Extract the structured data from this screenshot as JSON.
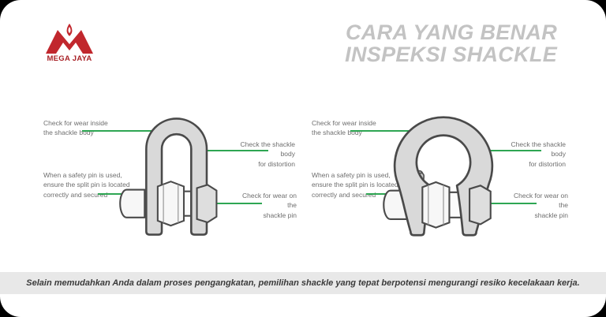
{
  "brand": {
    "name": "MEGA JAYA"
  },
  "header": {
    "title_line1": "CARA YANG BENAR",
    "title_line2": "INSPEKSI SHACKLE"
  },
  "diagrams": [
    {
      "type": "dee-shackle",
      "labels": {
        "wear_inside": {
          "line1": "Check for wear inside",
          "line2": "the shackle body"
        },
        "distortion": {
          "line1": "Check the shackle body",
          "line2": "for distortion"
        },
        "safety_pin": {
          "line1": "When a safety pin is used,",
          "line2": "ensure the split pin is located",
          "line3": "correctly and secured"
        },
        "wear_pin": {
          "line1": "Check for wear on the",
          "line2": "shackle pin"
        }
      }
    },
    {
      "type": "bow-shackle",
      "labels": {
        "wear_inside": {
          "line1": "Check for wear inside",
          "line2": "the shackle body"
        },
        "distortion": {
          "line1": "Check the shackle body",
          "line2": "for distortion"
        },
        "safety_pin": {
          "line1": "When a safety pin is used,",
          "line2": "ensure the split pin is located",
          "line3": "correctly and secured"
        },
        "wear_pin": {
          "line1": "Check for wear on the",
          "line2": "shackle pin"
        }
      }
    }
  ],
  "footer": {
    "text": "Selain memudahkan Anda dalam proses pengangkatan, pemilihan shackle yang tepat berpotensi mengurangi resiko kecelakaan kerja."
  },
  "colors": {
    "arrow_green": "#2ea653",
    "title_gray": "#c3c3c3",
    "brand_red": "#c1272d",
    "shackle_fill": "#d9d9d9",
    "shackle_outline": "#4a4a4a",
    "footer_bg": "#e8e8e8"
  }
}
